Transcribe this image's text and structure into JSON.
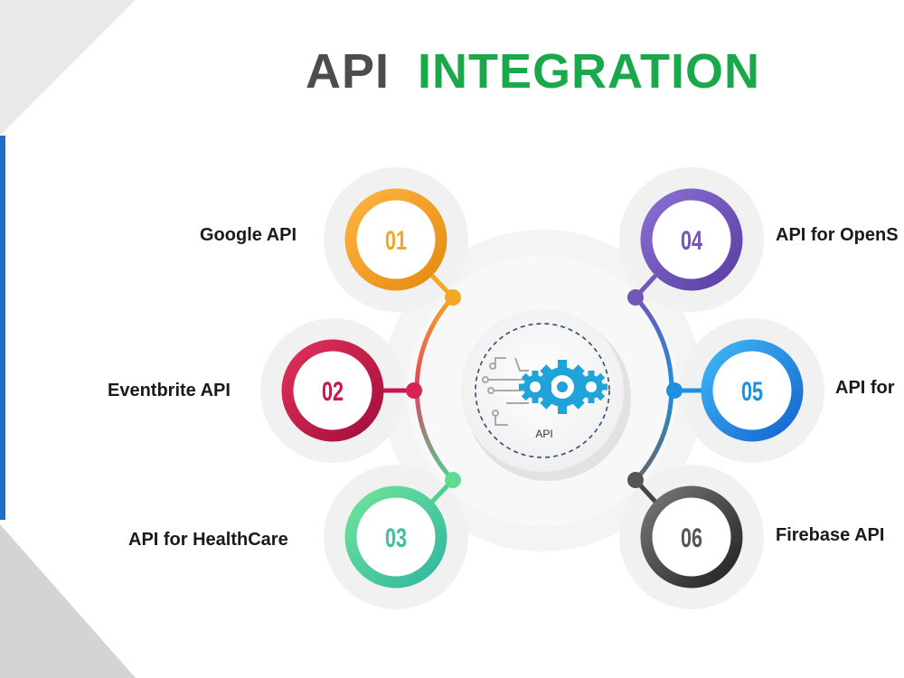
{
  "title": {
    "part1": "API",
    "part2": "INTEGRATION"
  },
  "hub": {
    "label": "API"
  },
  "items": [
    {
      "number": "01",
      "label": "Google API",
      "color": "#f5a623"
    },
    {
      "number": "02",
      "label": "Eventbrite API",
      "color": "#c8174a"
    },
    {
      "number": "03",
      "label": "API for HealthCare",
      "color": "#4cd08e"
    },
    {
      "number": "04",
      "label": "API for OpenS",
      "color": "#7256b8"
    },
    {
      "number": "05",
      "label": "API for",
      "color": "#1f8fe0"
    },
    {
      "number": "06",
      "label": "Firebase API",
      "color": "#444444"
    }
  ],
  "colors": {
    "title_gray": "#4d4d4d",
    "title_green": "#1aa84a",
    "gear_blue": "#1fa3d8"
  }
}
